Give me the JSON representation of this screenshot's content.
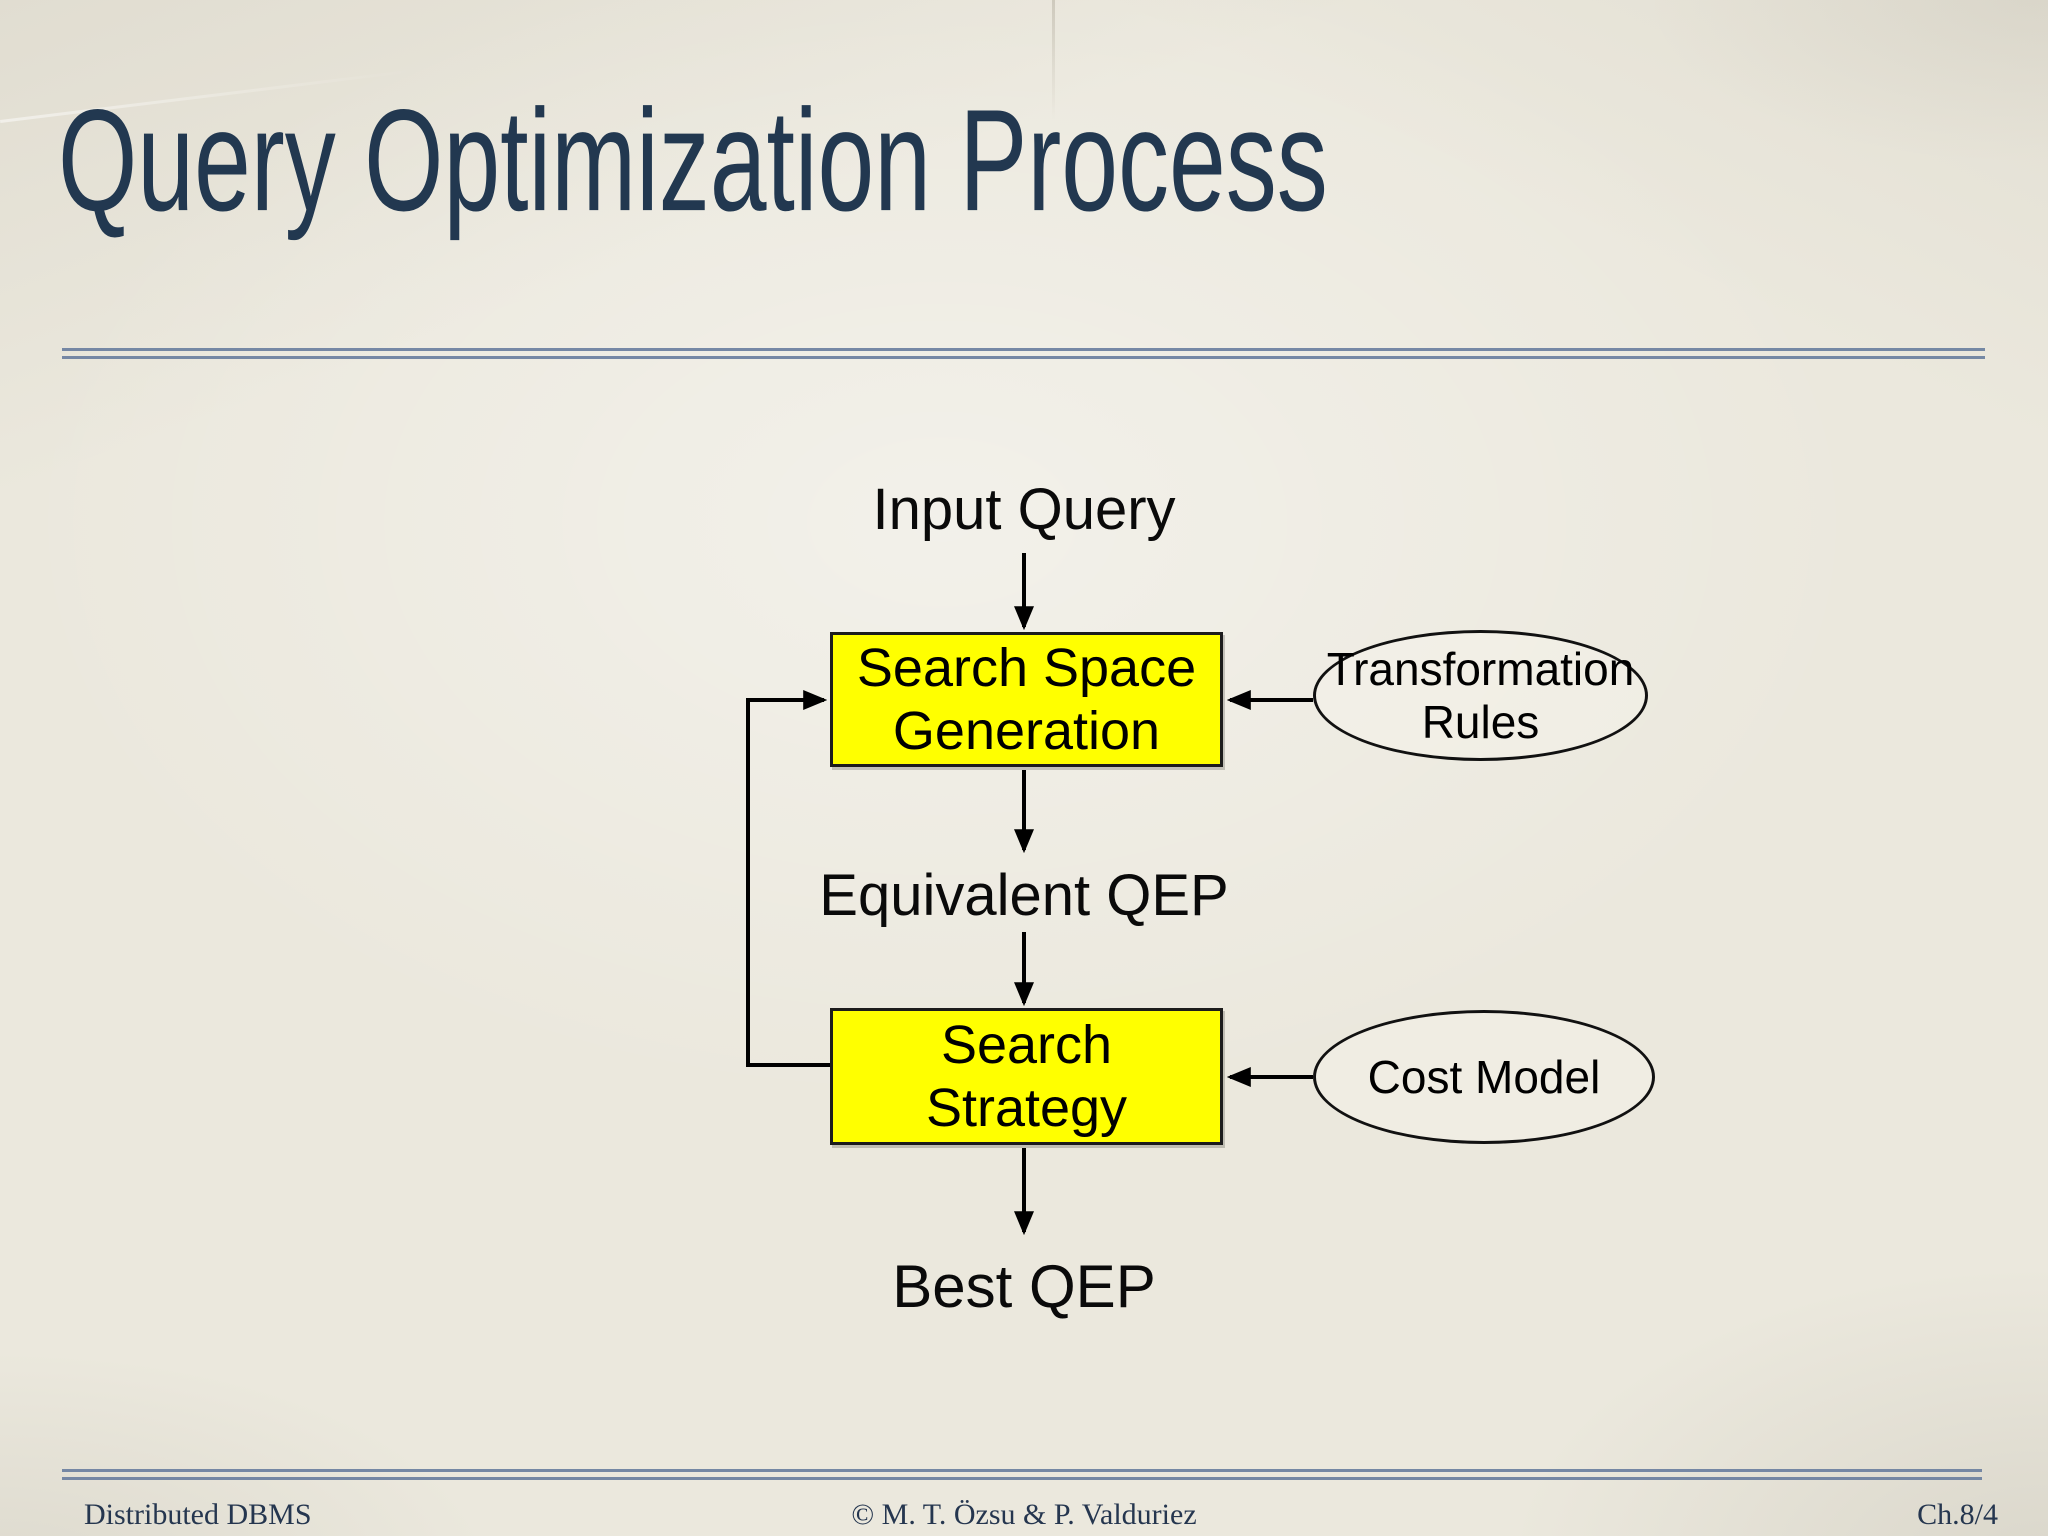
{
  "title": "Query Optimization Process",
  "diagram": {
    "input_label": "Input Query",
    "search_space_box": {
      "line1": "Search Space",
      "line2": "Generation"
    },
    "transformation_ellipse": {
      "line1": "Transformation",
      "line2": "Rules"
    },
    "equivalent_label": "Equivalent QEP",
    "search_strategy_box": {
      "line1": "Search",
      "line2": "Strategy"
    },
    "cost_model_ellipse": {
      "label": "Cost Model"
    },
    "output_label": "Best QEP"
  },
  "footer": {
    "left": "Distributed DBMS",
    "center": "© M. T. Özsu & P. Valduriez",
    "right": "Ch.8/4"
  },
  "colors": {
    "background": "#ebe8dd",
    "title_text": "#223850",
    "divider_line": "#6c80a0",
    "process_box_fill": "#ffff00",
    "diagram_stroke": "#000000",
    "footer_text": "#25364f"
  }
}
